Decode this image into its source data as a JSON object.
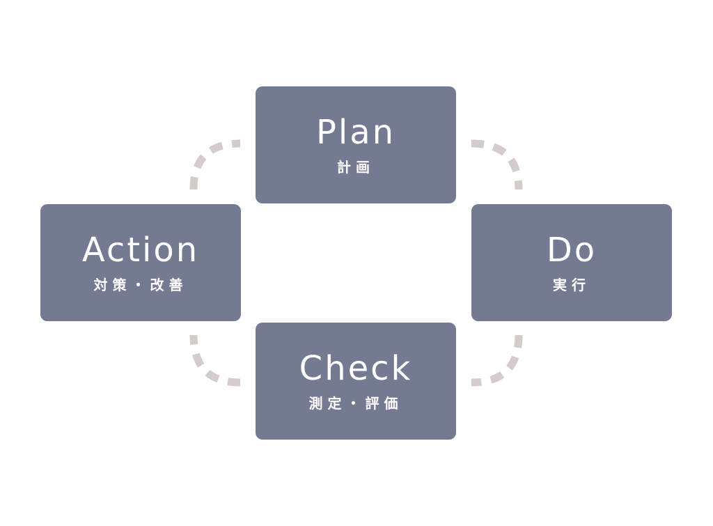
{
  "colors": {
    "box_fill": "#757a93",
    "box_text": "#ffffff",
    "connector": "#d3ccca"
  },
  "cycle": [
    {
      "id": "plan",
      "title": "Plan",
      "subtitle": "計画"
    },
    {
      "id": "do",
      "title": "Do",
      "subtitle": "実行"
    },
    {
      "id": "check",
      "title": "Check",
      "subtitle": "測定・評価"
    },
    {
      "id": "action",
      "title": "Action",
      "subtitle": "対策・改善"
    }
  ]
}
